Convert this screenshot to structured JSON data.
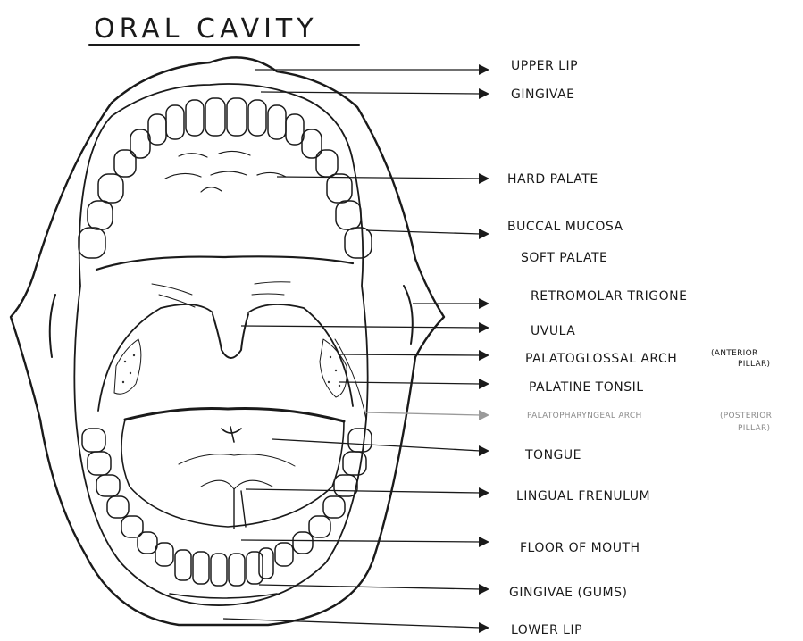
{
  "title": "ORAL   CAVITY",
  "labels": [
    {
      "text": "UPPER LIP"
    },
    {
      "text": "GINGIVAE"
    },
    {
      "text": "HARD PALATE"
    },
    {
      "text": "BUCCAL MUCOSA"
    },
    {
      "text": "SOFT PALATE"
    },
    {
      "text": "RETROMOLAR TRIGONE"
    },
    {
      "text": "UVULA"
    },
    {
      "text": "PALATOGLOSSAL ARCH",
      "note_line1": "(ANTERIOR",
      "note_line2": "PILLAR)"
    },
    {
      "text": "PALATINE TONSIL"
    },
    {
      "text": "PALATOPHARYNGEAL ARCH",
      "note_line1": "(POSTERIOR",
      "note_line2": "PILLAR)"
    },
    {
      "text": "TONGUE"
    },
    {
      "text": "LINGUAL FRENULUM"
    },
    {
      "text": "FLOOR OF MOUTH"
    },
    {
      "text": "GINGIVAE (GUMS)"
    },
    {
      "text": "LOWER LIP"
    }
  ]
}
